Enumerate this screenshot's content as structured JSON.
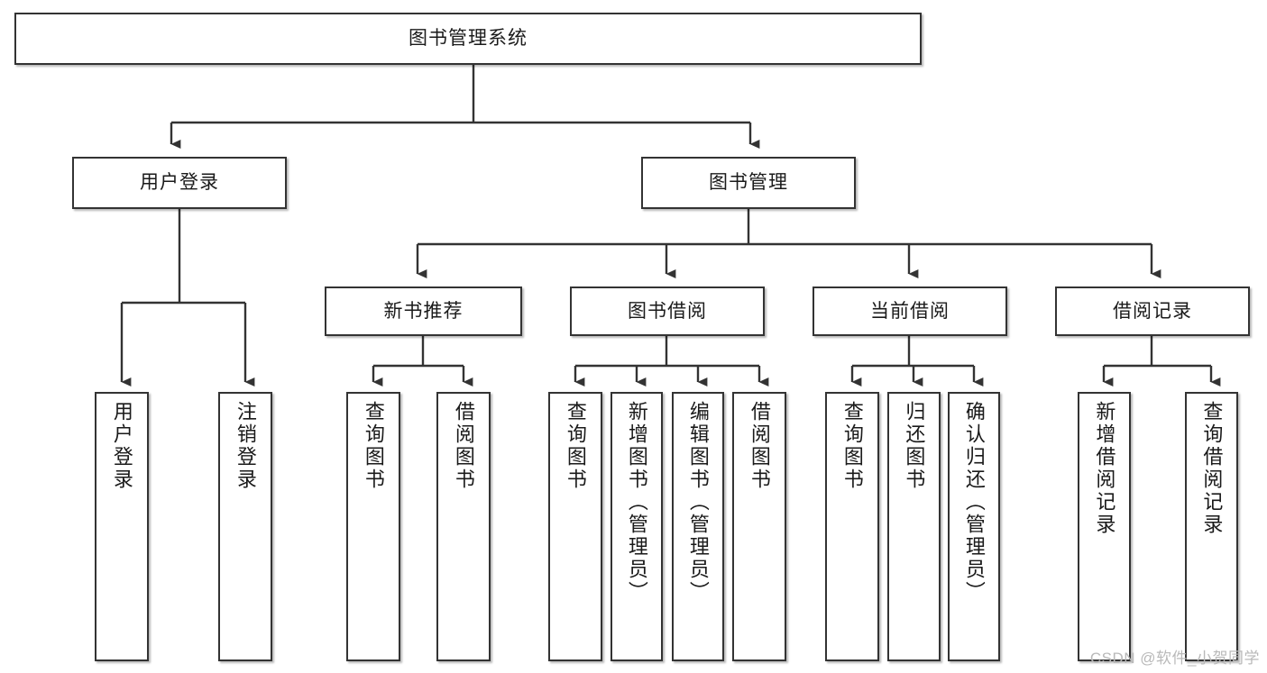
{
  "diagram": {
    "type": "tree",
    "title": "图书管理系统",
    "watermark": "CSDN @软件_小贺同学",
    "colors": {
      "border": "#333333",
      "background": "#ffffff",
      "text": "#1a1a1a",
      "watermark": "#b9b9b9"
    },
    "nodes": {
      "root": {
        "label": "图书管理系统"
      },
      "level1": [
        {
          "id": "user-login",
          "label": "用户登录"
        },
        {
          "id": "book-manage",
          "label": "图书管理"
        }
      ],
      "level2": [
        {
          "id": "new-book-recommend",
          "label": "新书推荐"
        },
        {
          "id": "book-borrow",
          "label": "图书借阅"
        },
        {
          "id": "current-borrow",
          "label": "当前借阅"
        },
        {
          "id": "borrow-record",
          "label": "借阅记录"
        }
      ],
      "leaves": {
        "user-login": [
          {
            "id": "leaf-user-login",
            "label": "用户登录"
          },
          {
            "id": "leaf-user-logout",
            "label": "注销登录"
          }
        ],
        "new-book-recommend": [
          {
            "id": "leaf-query-book-1",
            "label": "查询图书"
          },
          {
            "id": "leaf-borrow-book-1",
            "label": "借阅图书"
          }
        ],
        "book-borrow": [
          {
            "id": "leaf-query-book-2",
            "label": "查询图书"
          },
          {
            "id": "leaf-add-book",
            "label": "新增图书（管理员）"
          },
          {
            "id": "leaf-edit-book",
            "label": "编辑图书（管理员）"
          },
          {
            "id": "leaf-borrow-book-2",
            "label": "借阅图书"
          }
        ],
        "current-borrow": [
          {
            "id": "leaf-query-book-3",
            "label": "查询图书"
          },
          {
            "id": "leaf-return-book",
            "label": "归还图书"
          },
          {
            "id": "leaf-confirm-return",
            "label": "确认归还（管理员）"
          }
        ],
        "borrow-record": [
          {
            "id": "leaf-add-record",
            "label": "新增借阅记录"
          },
          {
            "id": "leaf-query-record",
            "label": "查询借阅记录"
          }
        ]
      }
    }
  }
}
